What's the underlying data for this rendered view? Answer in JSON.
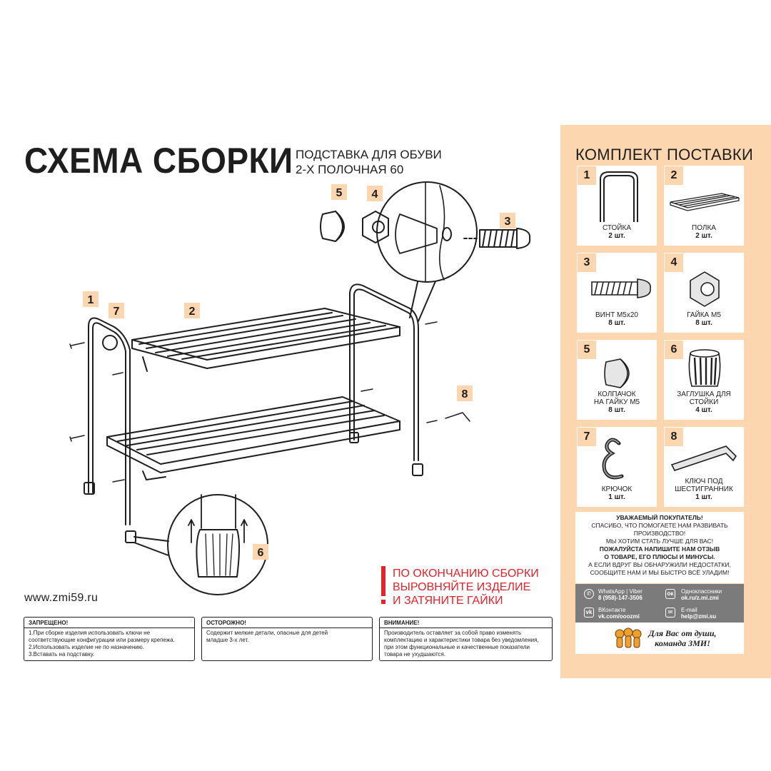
{
  "header": {
    "title": "СХЕМА СБОРКИ",
    "subtitle_line1": "ПОДСТАВКА ДЛЯ ОБУВИ",
    "subtitle_line2": "2-Х ПОЛОЧНАЯ 60"
  },
  "diagram": {
    "callouts": [
      "1",
      "2",
      "3",
      "4",
      "5",
      "6",
      "7",
      "8"
    ]
  },
  "website": "www.zmi59.ru",
  "instruction": {
    "line1": "ПО ОКОНЧАНИЮ СБОРКИ",
    "line2": "ВЫРОВНЯЙТЕ ИЗДЕЛИЕ",
    "line3": "И ЗАТЯНИТЕ ГАЙКИ"
  },
  "notes": [
    {
      "title": "ЗАПРЕЩЕНО!",
      "lines": [
        "1.При сборке изделия использовать ключи не",
        "соответствующие конфигурации или размеру крепежа.",
        "2.Использовать изделие не по назначению.",
        "3.Вставать на подставку."
      ]
    },
    {
      "title": "ОСТОРОЖНО!",
      "lines": [
        "Содержит мелкие детали, опасные для детей",
        "младше 3-х лет."
      ]
    },
    {
      "title": "ВНИМАНИЕ!",
      "lines": [
        "Производитель оставляет за собой право изменять",
        "комплектацию и характеристики товара без уведомления,",
        "при этом функциональные и качественные показатели",
        "товара не ухудшаются."
      ]
    }
  ],
  "kit": {
    "title": "КОМПЛЕКТ ПОСТАВКИ",
    "items": [
      {
        "num": "1",
        "name": "СТОЙКА",
        "name2": "",
        "qty": "2 шт."
      },
      {
        "num": "2",
        "name": "ПОЛКА",
        "name2": "",
        "qty": "2 шт."
      },
      {
        "num": "3",
        "name": "ВИНТ М5х20",
        "name2": "",
        "qty": "8 шт."
      },
      {
        "num": "4",
        "name": "ГАЙКА М5",
        "name2": "",
        "qty": "8 шт."
      },
      {
        "num": "5",
        "name": "КОЛПАЧОК",
        "name2": "НА ГАЙКУ М5",
        "qty": "8 шт."
      },
      {
        "num": "6",
        "name": "ЗАГЛУШКА ДЛЯ",
        "name2": "СТОЙКИ",
        "qty": "4 шт."
      },
      {
        "num": "7",
        "name": "КРЮЧОК",
        "name2": "",
        "qty": "1 шт."
      },
      {
        "num": "8",
        "name": "КЛЮЧ ПОД",
        "name2": "ШЕСТИГРАННИК",
        "qty": "1 шт."
      }
    ]
  },
  "message": {
    "l1": "УВАЖАЕМЫЙ ПОКУПАТЕЛЬ!",
    "l2": "СПАСИБО, ЧТО ПОМОГАЕТЕ НАМ РАЗВИВАТЬ",
    "l3": "ПРОИЗВОДСТВО!",
    "l4": "МЫ ХОТИМ СТАТЬ ЛУЧШЕ ДЛЯ ВАС!",
    "l5": "ПОЖАЛУЙСТА НАПИШИТЕ НАМ ОТЗЫВ",
    "l6": "О ТОВАРЕ, ЕГО ПЛЮСЫ И МИНУСЫ.",
    "l7": "А ЕСЛИ ВДРУГ ВЫ ОБНАРУЖИЛИ НЕДОСТАТКИ,",
    "l8": "СООБЩИТЕ НАМ И МЫ БЫСТРО ВСЁ УЛАДИМ!"
  },
  "contacts": {
    "whatsapp_label": "WhatsApp | Viber",
    "whatsapp_value": "8 (958)-147-3506",
    "ok_label": "Одноклассники",
    "ok_value": "ok.ru/z.mi.zmi",
    "vk_label": "ВКонтакте",
    "vk_value": "vk.com/ooozmi",
    "email_label": "E-mail",
    "email_value": "help@zmi.su"
  },
  "slogan": {
    "line1": "Для Вас от души,",
    "line2": "команда ЗМИ!"
  },
  "colors": {
    "accent_peach": "#fbd6ae",
    "warning_red": "#e3232a",
    "ink": "#1e1e1e",
    "contact_band": "#7b7b7b"
  }
}
